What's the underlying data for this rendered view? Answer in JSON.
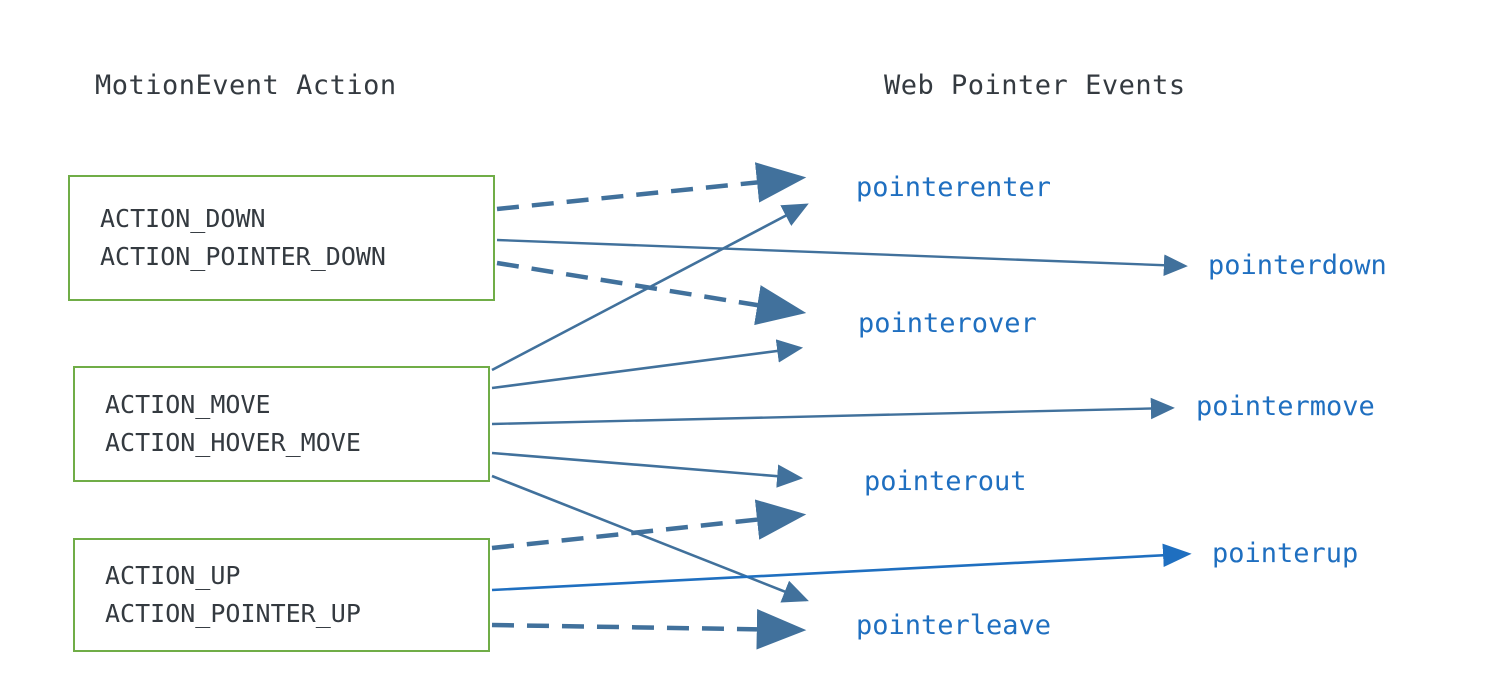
{
  "diagram": {
    "title_left": "MotionEvent Action",
    "title_right": "Web Pointer Events",
    "colors": {
      "box_border": "#70AD47",
      "box_text": "#343A40",
      "event_text": "#1F6FC0",
      "arrow_solid": "#41719C",
      "arrow_dashed": "#41719C",
      "arrow_accent": "#1F6FC0",
      "background": "#FFFFFF"
    }
  },
  "action_boxes": [
    {
      "id": "box-down",
      "lines": [
        "ACTION_DOWN",
        "ACTION_POINTER_DOWN"
      ]
    },
    {
      "id": "box-move",
      "lines": [
        "ACTION_MOVE",
        "ACTION_HOVER_MOVE"
      ]
    },
    {
      "id": "box-up",
      "lines": [
        "ACTION_UP",
        "ACTION_POINTER_UP"
      ]
    }
  ],
  "pointer_events": [
    {
      "id": "pointerenter",
      "label": "pointerenter"
    },
    {
      "id": "pointerdown",
      "label": "pointerdown"
    },
    {
      "id": "pointerover",
      "label": "pointerover"
    },
    {
      "id": "pointermove",
      "label": "pointermove"
    },
    {
      "id": "pointerout",
      "label": "pointerout"
    },
    {
      "id": "pointerup",
      "label": "pointerup"
    },
    {
      "id": "pointerleave",
      "label": "pointerleave"
    }
  ],
  "connections": [
    {
      "from": "ACTION_DOWN/ACTION_POINTER_DOWN",
      "to": "pointerenter",
      "style": "dashed"
    },
    {
      "from": "ACTION_DOWN/ACTION_POINTER_DOWN",
      "to": "pointerdown",
      "style": "solid"
    },
    {
      "from": "ACTION_DOWN/ACTION_POINTER_DOWN",
      "to": "pointerover",
      "style": "dashed"
    },
    {
      "from": "ACTION_MOVE/ACTION_HOVER_MOVE",
      "to": "pointerenter",
      "style": "solid"
    },
    {
      "from": "ACTION_MOVE/ACTION_HOVER_MOVE",
      "to": "pointerover",
      "style": "solid"
    },
    {
      "from": "ACTION_MOVE/ACTION_HOVER_MOVE",
      "to": "pointermove",
      "style": "solid"
    },
    {
      "from": "ACTION_MOVE/ACTION_HOVER_MOVE",
      "to": "pointerout",
      "style": "solid"
    },
    {
      "from": "ACTION_MOVE/ACTION_HOVER_MOVE",
      "to": "pointerleave",
      "style": "solid"
    },
    {
      "from": "ACTION_UP/ACTION_POINTER_UP",
      "to": "pointerout",
      "style": "dashed"
    },
    {
      "from": "ACTION_UP/ACTION_POINTER_UP",
      "to": "pointerup",
      "style": "solid"
    },
    {
      "from": "ACTION_UP/ACTION_POINTER_UP",
      "to": "pointerleave",
      "style": "dashed"
    }
  ]
}
